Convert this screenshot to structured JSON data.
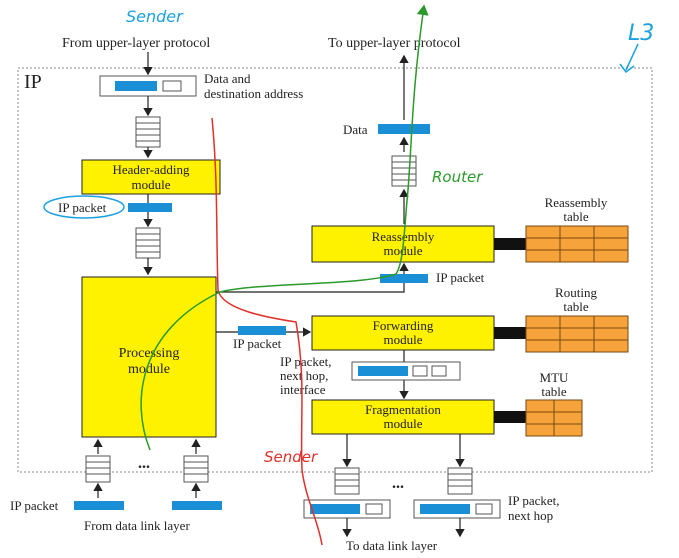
{
  "labels": {
    "ip": "IP",
    "from_upper": "From upper-layer protocol",
    "to_upper": "To upper-layer protocol",
    "data_dest_1": "Data and",
    "data_dest_2": "destination address",
    "data": "Data",
    "header_adding_1": "Header-adding",
    "header_adding_2": "module",
    "ip_packet": "IP packet",
    "reassembly_1": "Reassembly",
    "reassembly_2": "module",
    "reassembly_table_1": "Reassembly",
    "reassembly_table_2": "table",
    "processing_1": "Processing",
    "processing_2": "module",
    "forwarding_1": "Forwarding",
    "forwarding_2": "module",
    "routing_table_1": "Routing",
    "routing_table_2": "table",
    "ip_packet_nexthop_1": "IP packet,",
    "ip_packet_nexthop_2": "next hop,",
    "ip_packet_nexthop_3": "interface",
    "fragmentation_1": "Fragmentation",
    "fragmentation_2": "module",
    "mtu_table_1": "MTU",
    "mtu_table_2": "table",
    "from_dll": "From data link layer",
    "to_dll": "To data link layer",
    "out_pkt_1": "IP packet,",
    "out_pkt_2": "next hop",
    "dots": "..."
  },
  "annotations": {
    "sender_top": "Sender",
    "l3": "L3",
    "router": "Router",
    "sender_bottom": "Sender"
  },
  "colors": {
    "module_fill": "#fff200",
    "table_fill": "#f5a33a",
    "packet_blue": "#1b8fd6",
    "ink_blue": "#1ba0e0",
    "ink_green": "#2a9a2a",
    "ink_red": "#e0302a"
  }
}
